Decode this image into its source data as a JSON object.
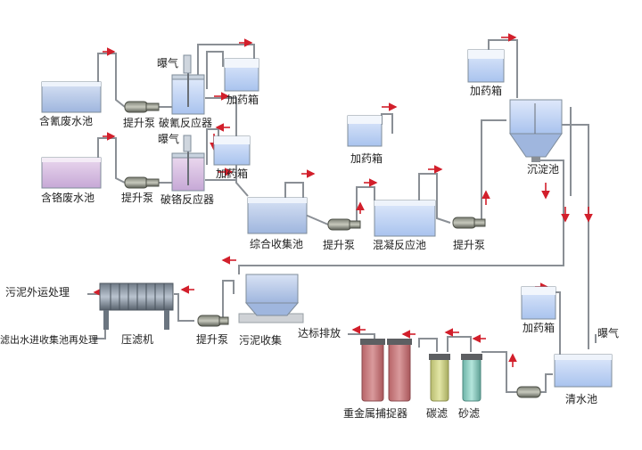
{
  "labels": {
    "cyanide_pool": "含氰废水池",
    "chrome_pool": "含铬废水池",
    "lift_pump_1": "提升泵",
    "lift_pump_2": "提升泵",
    "lift_pump_3": "提升泵",
    "lift_pump_4": "提升泵",
    "lift_pump_5": "提升泵",
    "cyanide_reactor": "破氰反应器",
    "chrome_reactor": "破铬反应器",
    "aeration_1": "曝气",
    "aeration_2": "曝气",
    "aeration_3": "曝气",
    "dosing_1": "加药箱",
    "dosing_2": "加药箱",
    "dosing_3": "加药箱",
    "dosing_4": "加药箱",
    "dosing_5": "加药箱",
    "collection_pool": "综合收集池",
    "coag_pool": "混凝反应池",
    "sedimentation": "沉淀池",
    "sludge_out": "污泥外运处理",
    "filtrate_back": "滤出水进收集池再处理",
    "filter_press": "压滤机",
    "sludge_collect": "污泥收集",
    "discharge": "达标排放",
    "heavy_metal": "重金属捕捉器",
    "carbon_filter": "碳滤",
    "sand_filter": "砂滤",
    "clear_pool": "清水池"
  },
  "colors": {
    "pipe": "#8a8f95",
    "arrow": "#d21f2b",
    "water_blue": "#bcd3f2",
    "tank_outline": "#7f8c9a",
    "heavy_metal": "#c98083",
    "carbon": "#cfd38a",
    "sand": "#8fcfc2"
  }
}
